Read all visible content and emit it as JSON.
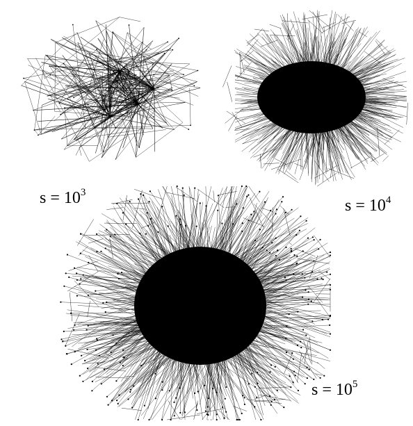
{
  "figure": {
    "panels": [
      {
        "id": "small",
        "caption_base": "s = 10",
        "caption_exp": "3",
        "density": "sparse",
        "hubs": 4
      },
      {
        "id": "medium",
        "caption_base": "s = 10",
        "caption_exp": "4",
        "density": "dense",
        "hubs": 1
      },
      {
        "id": "large",
        "caption_base": "s = 10",
        "caption_exp": "5",
        "density": "very-dense",
        "hubs": 1
      }
    ],
    "colors": {
      "edge": "#000000",
      "background": "#ffffff"
    }
  }
}
